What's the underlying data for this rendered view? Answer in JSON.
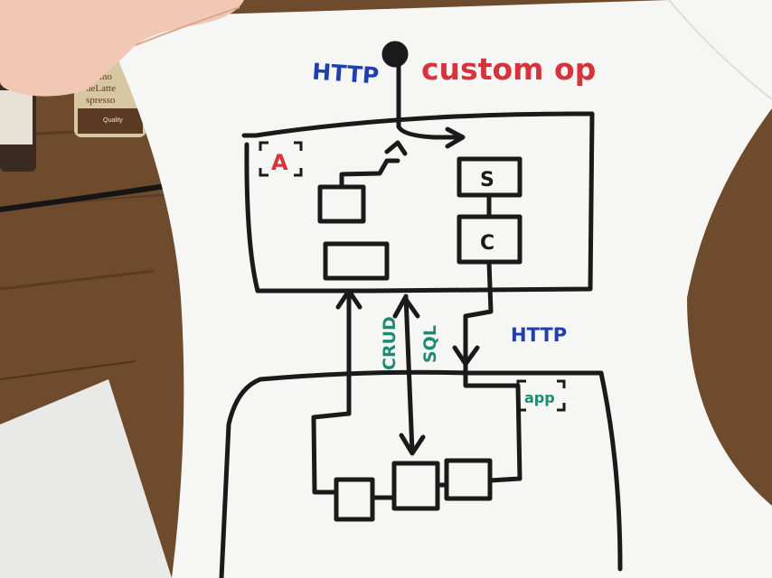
{
  "labels": {
    "http_top": "HTTP",
    "custom_op": "custom op",
    "box_a": "A",
    "box_s": "S",
    "box_c": "C",
    "crud": "CRUD",
    "sql": "SQL",
    "http_right": "HTTP",
    "app": "app"
  },
  "jar_labels": {
    "line1": "ccino",
    "line2": "deLatte",
    "line3": "spresso",
    "line4": "Quality"
  },
  "colors": {
    "ink_black": "#1a1a1a",
    "ink_blue": "#1f3fb0",
    "ink_red": "#d8333b",
    "ink_green": "#1f8a72",
    "paper": "#f6f6f4",
    "table": "#6b4a2e"
  }
}
